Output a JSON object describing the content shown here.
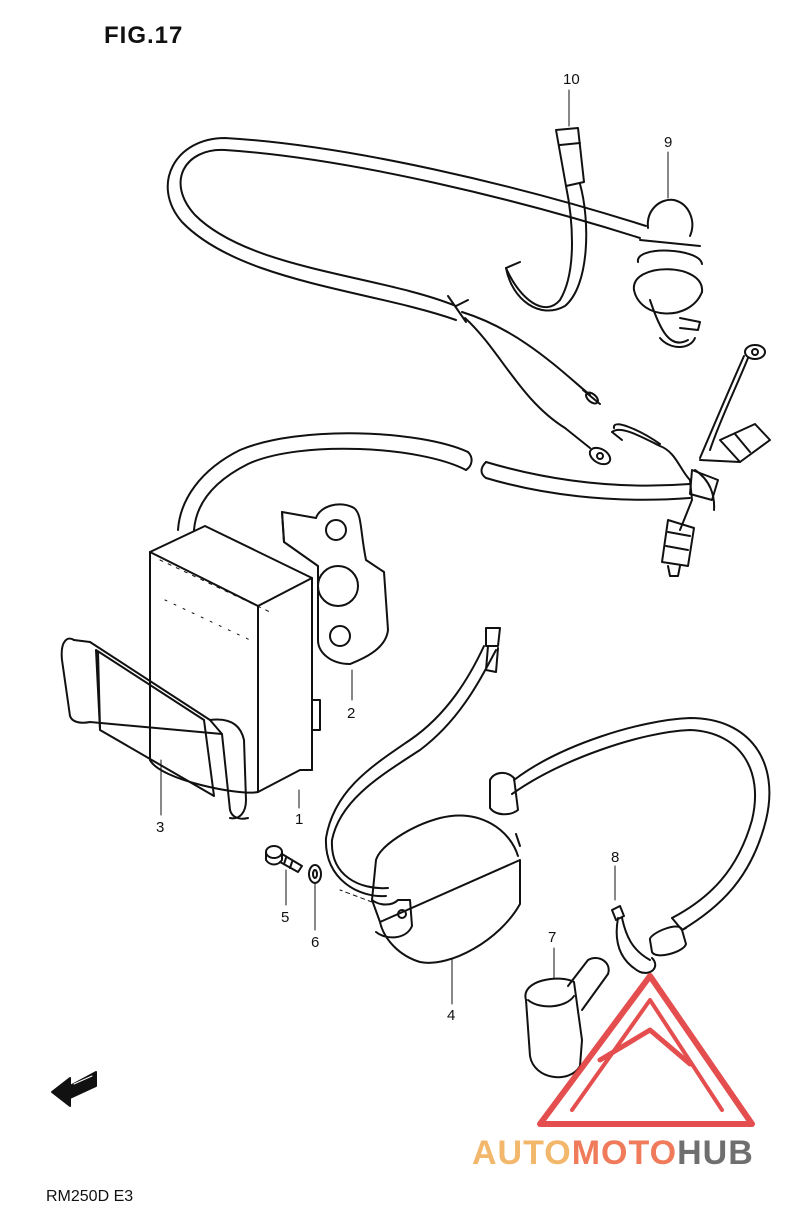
{
  "figure": {
    "title": "FIG.17",
    "model_code": "RM250D  E3"
  },
  "callouts": [
    "1",
    "2",
    "3",
    "4",
    "5",
    "6",
    "7",
    "8",
    "9",
    "10"
  ],
  "watermark": {
    "part1": "AUTO",
    "part2": "MOTO",
    "part3": "HUB"
  },
  "colors": {
    "line": "#111111",
    "watermark_red": "#e23b3b",
    "watermark_orange": "#f3b76b",
    "watermark_gray": "#6f6f6f"
  },
  "icons": {
    "front_arrow": "front-direction-arrow-icon"
  }
}
